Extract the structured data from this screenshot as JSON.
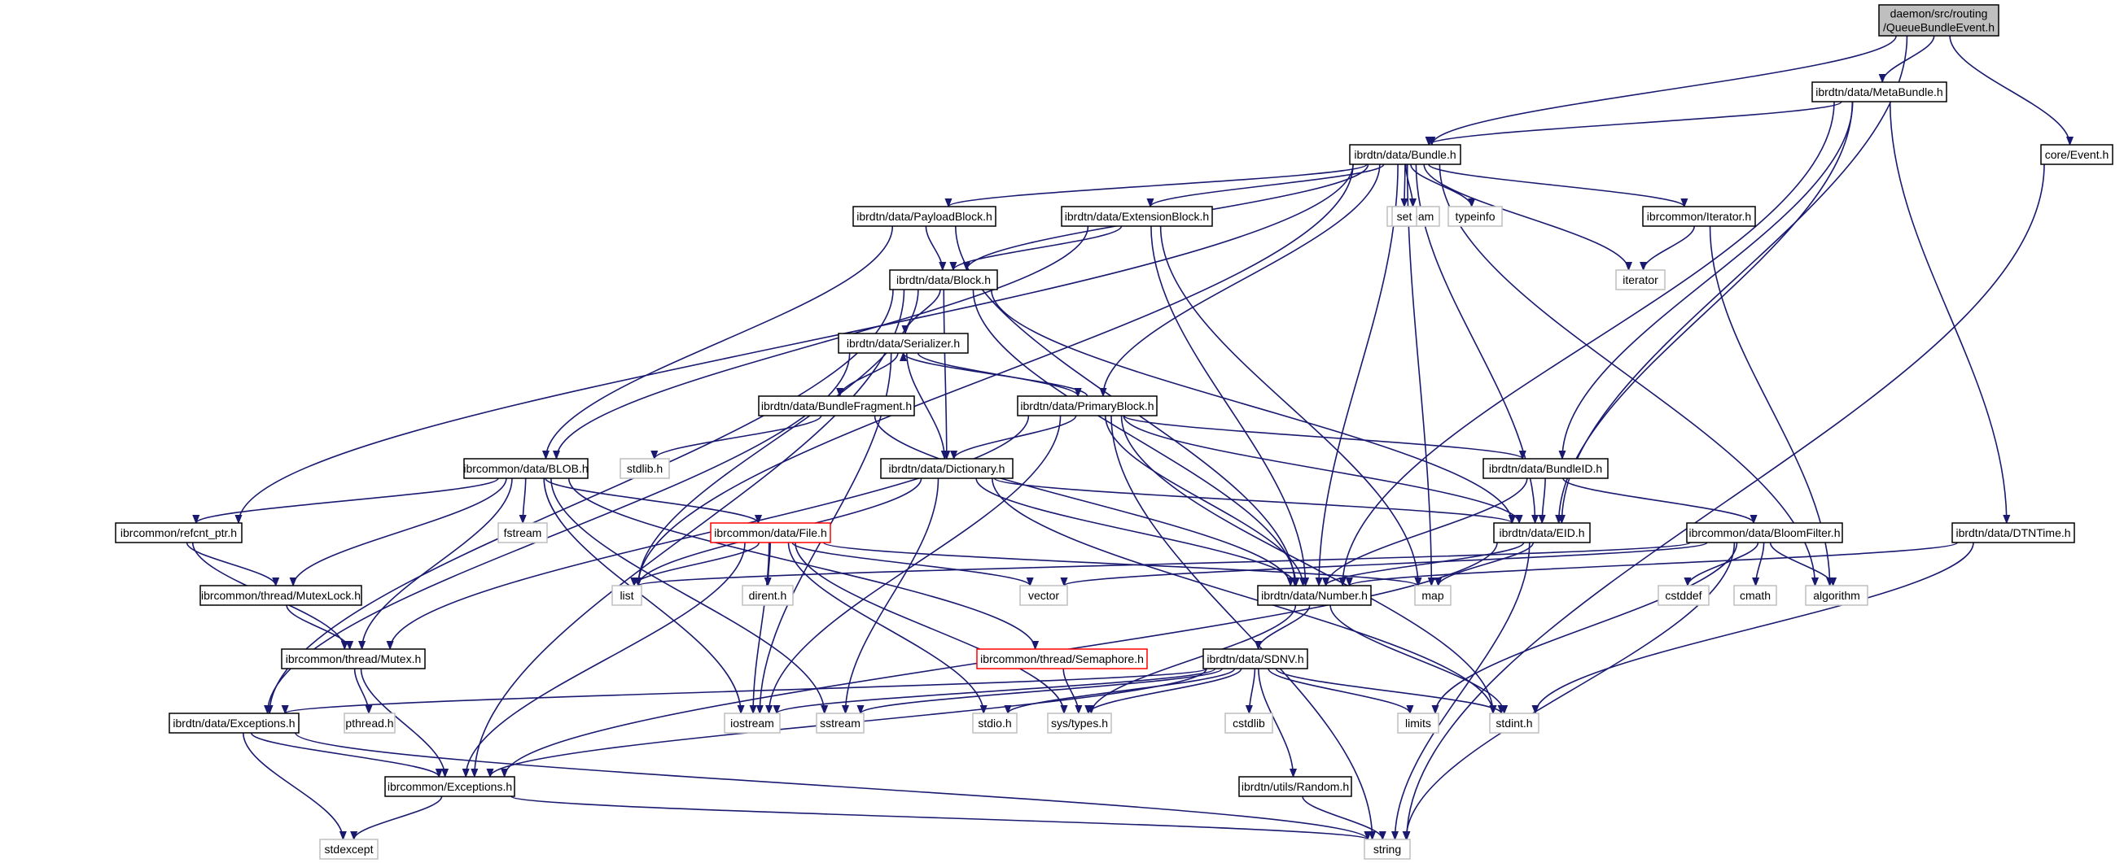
{
  "graph": {
    "title": "",
    "edge_color": "#191970",
    "node_border_color": "#000000",
    "external_border_color": "#bfbfbf",
    "missing_border_color": "#ff0000",
    "root_fill_color": "#bfbfbf",
    "nodes": [
      {
        "id": "root",
        "label": "daemon/src/routing\n/QueueBundleEvent.h",
        "kind": "root"
      },
      {
        "id": "metabundle",
        "label": "ibrdtn/data/MetaBundle.h",
        "kind": "file"
      },
      {
        "id": "bundle",
        "label": "ibrdtn/data/Bundle.h",
        "kind": "file"
      },
      {
        "id": "event",
        "label": "core/Event.h",
        "kind": "file"
      },
      {
        "id": "payload",
        "label": "ibrdtn/data/PayloadBlock.h",
        "kind": "file"
      },
      {
        "id": "extension",
        "label": "ibrdtn/data/ExtensionBlock.h",
        "kind": "file"
      },
      {
        "id": "ostream",
        "label": "ostream",
        "kind": "external"
      },
      {
        "id": "set",
        "label": "set",
        "kind": "external"
      },
      {
        "id": "typeinfo",
        "label": "typeinfo",
        "kind": "external"
      },
      {
        "id": "iteratorh",
        "label": "ibrcommon/Iterator.h",
        "kind": "file"
      },
      {
        "id": "iterator",
        "label": "iterator",
        "kind": "external"
      },
      {
        "id": "block",
        "label": "ibrdtn/data/Block.h",
        "kind": "file"
      },
      {
        "id": "serializer",
        "label": "ibrdtn/data/Serializer.h",
        "kind": "file"
      },
      {
        "id": "bundlefragment",
        "label": "ibrdtn/data/BundleFragment.h",
        "kind": "file"
      },
      {
        "id": "primary",
        "label": "ibrdtn/data/PrimaryBlock.h",
        "kind": "file"
      },
      {
        "id": "stdlib",
        "label": "stdlib.h",
        "kind": "external"
      },
      {
        "id": "blob",
        "label": "ibrcommon/data/BLOB.h",
        "kind": "file"
      },
      {
        "id": "dictionary",
        "label": "ibrdtn/data/Dictionary.h",
        "kind": "file"
      },
      {
        "id": "bundleid",
        "label": "ibrdtn/data/BundleID.h",
        "kind": "file"
      },
      {
        "id": "eid",
        "label": "ibrdtn/data/EID.h",
        "kind": "file"
      },
      {
        "id": "bloom",
        "label": "ibrcommon/data/BloomFilter.h",
        "kind": "file"
      },
      {
        "id": "dtntime",
        "label": "ibrdtn/data/DTNTime.h",
        "kind": "file"
      },
      {
        "id": "refcnt",
        "label": "ibrcommon/refcnt_ptr.h",
        "kind": "file"
      },
      {
        "id": "fstream",
        "label": "fstream",
        "kind": "external"
      },
      {
        "id": "file",
        "label": "ibrcommon/data/File.h",
        "kind": "missing"
      },
      {
        "id": "list",
        "label": "list",
        "kind": "external"
      },
      {
        "id": "dirent",
        "label": "dirent.h",
        "kind": "external"
      },
      {
        "id": "vector",
        "label": "vector",
        "kind": "external"
      },
      {
        "id": "number",
        "label": "ibrdtn/data/Number.h",
        "kind": "file"
      },
      {
        "id": "map",
        "label": "map",
        "kind": "external"
      },
      {
        "id": "cstddef",
        "label": "cstddef",
        "kind": "external"
      },
      {
        "id": "cmath",
        "label": "cmath",
        "kind": "external"
      },
      {
        "id": "algorithm",
        "label": "algorithm",
        "kind": "external"
      },
      {
        "id": "mutexlock",
        "label": "ibrcommon/thread/MutexLock.h",
        "kind": "file"
      },
      {
        "id": "mutex",
        "label": "ibrcommon/thread/Mutex.h",
        "kind": "file"
      },
      {
        "id": "semaphore",
        "label": "ibrcommon/thread/Semaphore.h",
        "kind": "missing"
      },
      {
        "id": "sdnv",
        "label": "ibrdtn/data/SDNV.h",
        "kind": "file"
      },
      {
        "id": "pthread",
        "label": "pthread.h",
        "kind": "external"
      },
      {
        "id": "exceptionsdtn",
        "label": "ibrdtn/data/Exceptions.h",
        "kind": "file"
      },
      {
        "id": "iostream",
        "label": "iostream",
        "kind": "external"
      },
      {
        "id": "sstream",
        "label": "sstream",
        "kind": "external"
      },
      {
        "id": "stdio",
        "label": "stdio.h",
        "kind": "external"
      },
      {
        "id": "systypes",
        "label": "sys/types.h",
        "kind": "external"
      },
      {
        "id": "cstdlib",
        "label": "cstdlib",
        "kind": "external"
      },
      {
        "id": "limits",
        "label": "limits",
        "kind": "external"
      },
      {
        "id": "stdint",
        "label": "stdint.h",
        "kind": "external"
      },
      {
        "id": "exceptionscommon",
        "label": "ibrcommon/Exceptions.h",
        "kind": "file"
      },
      {
        "id": "random",
        "label": "ibrdtn/utils/Random.h",
        "kind": "file"
      },
      {
        "id": "stdexcept",
        "label": "stdexcept",
        "kind": "external"
      },
      {
        "id": "string",
        "label": "string",
        "kind": "external"
      }
    ],
    "edges": [
      [
        "root",
        "bundle"
      ],
      [
        "root",
        "metabundle"
      ],
      [
        "root",
        "event"
      ],
      [
        "root",
        "eid"
      ],
      [
        "metabundle",
        "bundle"
      ],
      [
        "metabundle",
        "eid"
      ],
      [
        "metabundle",
        "bundleid"
      ],
      [
        "metabundle",
        "dtntime"
      ],
      [
        "metabundle",
        "number"
      ],
      [
        "event",
        "string"
      ],
      [
        "bundle",
        "payload"
      ],
      [
        "bundle",
        "extension"
      ],
      [
        "bundle",
        "block"
      ],
      [
        "bundle",
        "ostream"
      ],
      [
        "bundle",
        "set"
      ],
      [
        "bundle",
        "typeinfo"
      ],
      [
        "bundle",
        "iteratorh"
      ],
      [
        "bundle",
        "iterator"
      ],
      [
        "bundle",
        "algorithm"
      ],
      [
        "bundle",
        "primary"
      ],
      [
        "bundle",
        "eid"
      ],
      [
        "bundle",
        "number"
      ],
      [
        "bundle",
        "map"
      ],
      [
        "bundle",
        "refcnt"
      ],
      [
        "bundle",
        "list"
      ],
      [
        "payload",
        "block"
      ],
      [
        "payload",
        "blob"
      ],
      [
        "payload",
        "number"
      ],
      [
        "extension",
        "block"
      ],
      [
        "extension",
        "blob"
      ],
      [
        "extension",
        "number"
      ],
      [
        "extension",
        "map"
      ],
      [
        "iteratorh",
        "iterator"
      ],
      [
        "iteratorh",
        "algorithm"
      ],
      [
        "block",
        "serializer"
      ],
      [
        "block",
        "dictionary"
      ],
      [
        "block",
        "number"
      ],
      [
        "block",
        "eid"
      ],
      [
        "block",
        "exceptionsdtn"
      ],
      [
        "block",
        "exceptionscommon"
      ],
      [
        "block",
        "list"
      ],
      [
        "serializer",
        "primary"
      ],
      [
        "serializer",
        "bundlefragment"
      ],
      [
        "serializer",
        "dictionary"
      ],
      [
        "serializer",
        "exceptionsdtn"
      ],
      [
        "serializer",
        "iostream"
      ],
      [
        "primary",
        "serializer"
      ],
      [
        "primary",
        "dictionary"
      ],
      [
        "primary",
        "bundleid"
      ],
      [
        "primary",
        "eid"
      ],
      [
        "primary",
        "number"
      ],
      [
        "primary",
        "mutex"
      ],
      [
        "primary",
        "iostream"
      ],
      [
        "primary",
        "string"
      ],
      [
        "primary",
        "stdint"
      ],
      [
        "bundlefragment",
        "stdlib"
      ],
      [
        "bundlefragment",
        "number"
      ],
      [
        "blob",
        "refcnt"
      ],
      [
        "blob",
        "fstream"
      ],
      [
        "blob",
        "file"
      ],
      [
        "blob",
        "mutexlock"
      ],
      [
        "blob",
        "mutex"
      ],
      [
        "blob",
        "semaphore"
      ],
      [
        "blob",
        "iostream"
      ],
      [
        "blob",
        "sstream"
      ],
      [
        "dictionary",
        "eid"
      ],
      [
        "dictionary",
        "number"
      ],
      [
        "dictionary",
        "list"
      ],
      [
        "dictionary",
        "sstream"
      ],
      [
        "dictionary",
        "stdint"
      ],
      [
        "bundleid",
        "eid"
      ],
      [
        "bundleid",
        "bloom"
      ],
      [
        "bundleid",
        "number"
      ],
      [
        "eid",
        "number"
      ],
      [
        "eid",
        "map"
      ],
      [
        "eid",
        "string"
      ],
      [
        "eid",
        "exceptionscommon"
      ],
      [
        "bloom",
        "vector"
      ],
      [
        "bloom",
        "list"
      ],
      [
        "bloom",
        "cstddef"
      ],
      [
        "bloom",
        "cmath"
      ],
      [
        "bloom",
        "algorithm"
      ],
      [
        "bloom",
        "string"
      ],
      [
        "bloom",
        "limits"
      ],
      [
        "dtntime",
        "number"
      ],
      [
        "dtntime",
        "stdint"
      ],
      [
        "refcnt",
        "mutexlock"
      ],
      [
        "refcnt",
        "mutex"
      ],
      [
        "file",
        "list"
      ],
      [
        "file",
        "dirent"
      ],
      [
        "file",
        "vector"
      ],
      [
        "file",
        "map"
      ],
      [
        "file",
        "iostream"
      ],
      [
        "file",
        "stdio"
      ],
      [
        "file",
        "systypes"
      ],
      [
        "file",
        "exceptionscommon"
      ],
      [
        "number",
        "sdnv"
      ],
      [
        "number",
        "stdint"
      ],
      [
        "number",
        "systypes"
      ],
      [
        "mutexlock",
        "mutex"
      ],
      [
        "mutex",
        "pthread"
      ],
      [
        "mutex",
        "exceptionscommon"
      ],
      [
        "semaphore",
        "systypes"
      ],
      [
        "sdnv",
        "exceptionsdtn"
      ],
      [
        "sdnv",
        "iostream"
      ],
      [
        "sdnv",
        "sstream"
      ],
      [
        "sdnv",
        "stdio"
      ],
      [
        "sdnv",
        "systypes"
      ],
      [
        "sdnv",
        "cstdlib"
      ],
      [
        "sdnv",
        "random"
      ],
      [
        "sdnv",
        "limits"
      ],
      [
        "sdnv",
        "stdint"
      ],
      [
        "sdnv",
        "exceptionscommon"
      ],
      [
        "exceptionsdtn",
        "exceptionscommon"
      ],
      [
        "exceptionsdtn",
        "stdexcept"
      ],
      [
        "exceptionsdtn",
        "string"
      ],
      [
        "exceptionscommon",
        "stdexcept"
      ],
      [
        "exceptionscommon",
        "string"
      ],
      [
        "random",
        "string"
      ]
    ]
  }
}
